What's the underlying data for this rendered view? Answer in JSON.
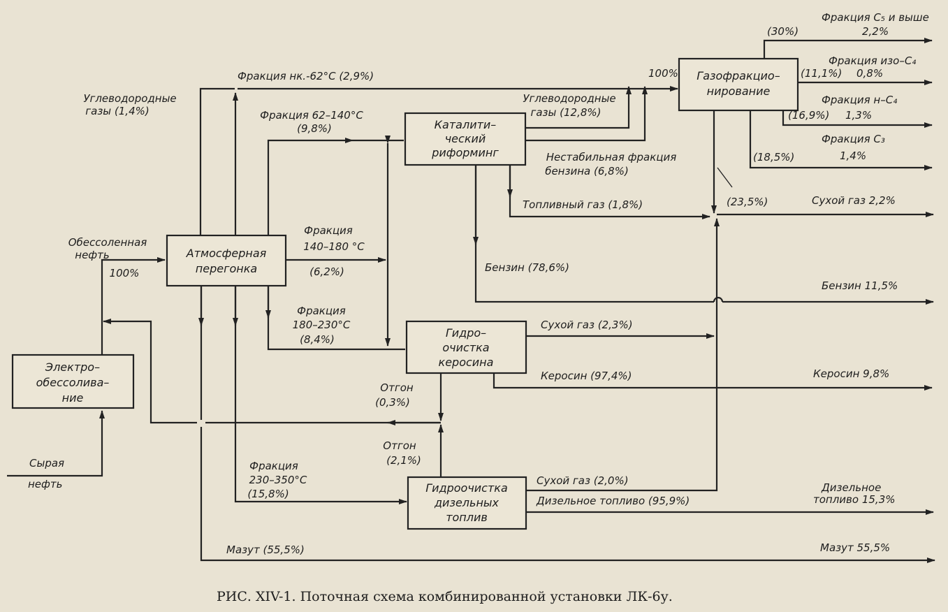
{
  "boxes": {
    "electro": [
      "Электро–",
      "обессолива–",
      "ние"
    ],
    "atmos": [
      "Атмосферная",
      "перегонка"
    ],
    "catref": [
      "Каталити–",
      "ческий",
      "риформинг"
    ],
    "gazfrac": [
      "Газофракцио–",
      "нирование"
    ],
    "hydroker": [
      "Гидро–",
      "очистка",
      "керосина"
    ],
    "hydrodiz": [
      "Гидроочистка",
      "дизельных",
      "топлив"
    ]
  },
  "labels": {
    "crude_oil": [
      "Сырая",
      "нефть"
    ],
    "desalted": [
      "Обессоленная",
      "нефть",
      "100%"
    ],
    "hc_gas_1": [
      "Углеводородные",
      "газы (1,4%)"
    ],
    "frac_nk62": "Фракция нк.-62°С (2,9%)",
    "frac_62_140": [
      "Фракция 62–140°С",
      "(9,8%)"
    ],
    "frac_140_180": [
      "Фракция",
      "140–180 °С",
      "(6,2%)"
    ],
    "frac_180_230": [
      "Фракция",
      "180–230°С",
      "(8,4%)"
    ],
    "frac_230_350": [
      "Фракция",
      "230–350°С",
      "(15,8%)"
    ],
    "mazut_in": "Мазут (55,5%)",
    "gazfrac_in": "100%",
    "hc_gas_2": [
      "Углеводородные",
      "газы (12,8%)"
    ],
    "unstable": [
      "Нестабильная фракция",
      "бензина (6,8%)"
    ],
    "fuel_gas": "Топливный газ (1,8%)",
    "benzin_in": "Бензин (78,6%)",
    "dry_gas_ker": "Сухой газ (2,3%)",
    "kerosin_in": "Керосин (97,4%)",
    "otgon_1": [
      "Отгон",
      "(0,3%)"
    ],
    "otgon_2": [
      "Отгон",
      "(2,1%)"
    ],
    "dry_gas_diz": "Сухой газ (2,0%)",
    "diesel_in": "Дизельное топливо (95,9%)",
    "dry_gas_share": "(23,5%)",
    "p30": "(30%)",
    "p111": "(11,1%)",
    "p169": "(16,9%)",
    "p185": "(18,5%)"
  },
  "outputs": {
    "c5": [
      "Фракция С₅ и выше",
      "2,2%"
    ],
    "iso_c4": [
      "Фракция изо–С₄",
      "0,8%"
    ],
    "n_c4": [
      "Фракция н–С₄",
      "1,3%"
    ],
    "c3": [
      "Фракция С₃",
      "1,4%"
    ],
    "dry_gas": "Сухой газ 2,2%",
    "benzin": "Бензин 11,5%",
    "kerosin": "Керосин 9,8%",
    "diesel": [
      "Дизельное",
      "топливо 15,3%"
    ],
    "mazut": "Мазут 55,5%"
  },
  "caption": "РИС. XIV-1. Поточная схема комбинированной установки ЛК-6у."
}
